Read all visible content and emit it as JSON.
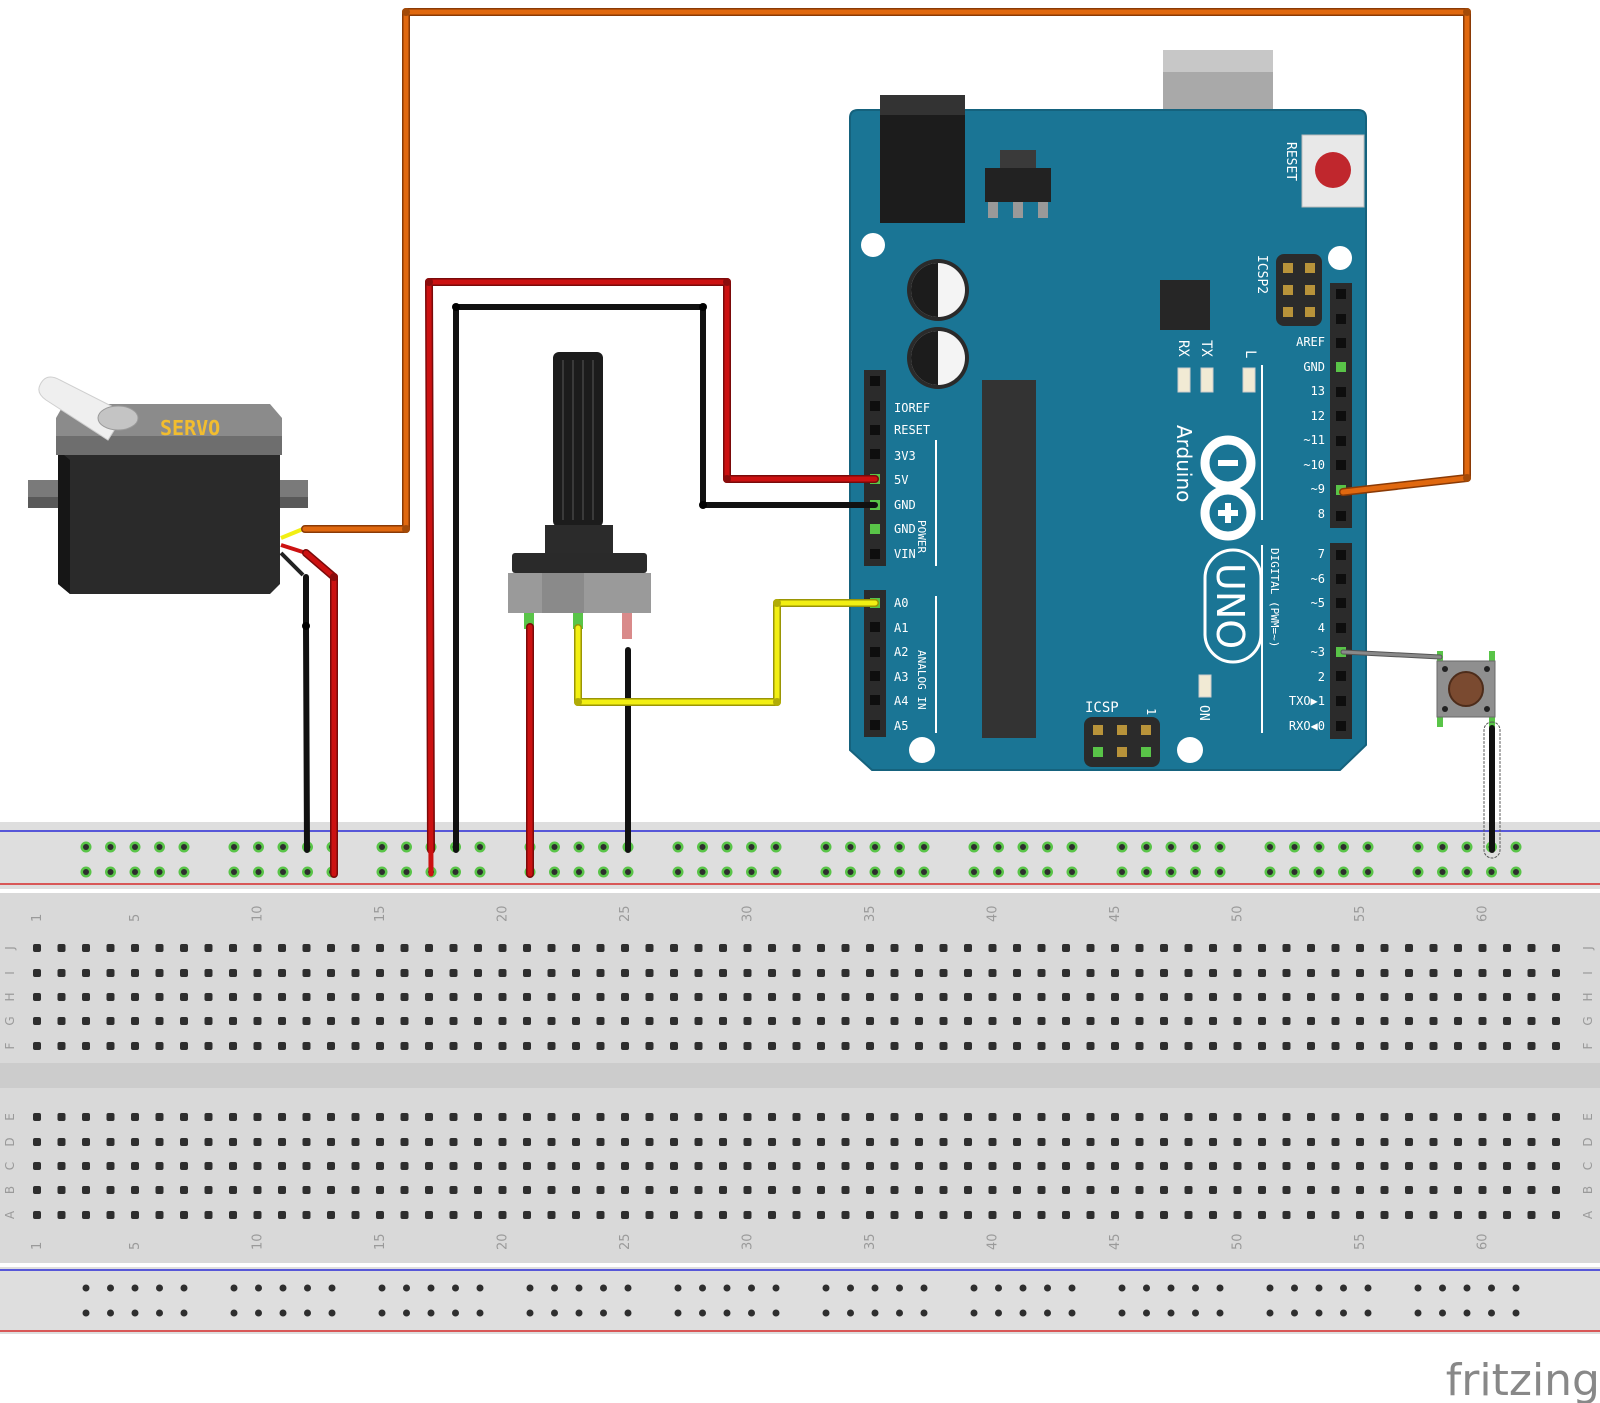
{
  "servo": {
    "label": "SERVO"
  },
  "arduino": {
    "brand": "Arduino",
    "model": "UNO",
    "reset_label": "RESET",
    "icsp2_label": "ICSP2",
    "icsp_label": "ICSP",
    "icsp_pin1": "1",
    "on_label": "ON",
    "led_labels": [
      "L",
      "TX",
      "RX"
    ],
    "power_pins": [
      "IOREF",
      "RESET",
      "3V3",
      "5V",
      "GND",
      "GND",
      "VIN"
    ],
    "power_group": "POWER",
    "analog_pins": [
      "A0",
      "A1",
      "A2",
      "A3",
      "A4",
      "A5"
    ],
    "analog_group": "ANALOG IN",
    "digital_high_pins": [
      "AREF",
      "GND",
      "13",
      "12",
      "~11",
      "~10",
      "~9",
      "8"
    ],
    "digital_low_pins": [
      "7",
      "~6",
      "~5",
      "4",
      "~3",
      "2",
      "TXO▶1",
      "RXO◀0"
    ],
    "digital_group": "DIGITAL (PWM=~)"
  },
  "breadboard": {
    "column_numbers": [
      "1",
      "5",
      "10",
      "15",
      "20",
      "25",
      "30",
      "35",
      "40",
      "45",
      "50",
      "55",
      "60"
    ],
    "rows_top": [
      "J",
      "I",
      "H",
      "G",
      "F"
    ],
    "rows_bottom": [
      "E",
      "D",
      "C",
      "B",
      "A"
    ]
  },
  "watermark": "fritzing",
  "colors": {
    "board_teal": "#1a7595",
    "wire_orange": "#e0680f",
    "wire_red": "#cc1111",
    "wire_black": "#222222",
    "wire_yellow": "#f2ef13",
    "rail_blue": "#2a2ad6",
    "rail_red": "#d62a2a",
    "breadboard": "#d9d9d9",
    "connected_hole": "#59c448"
  }
}
